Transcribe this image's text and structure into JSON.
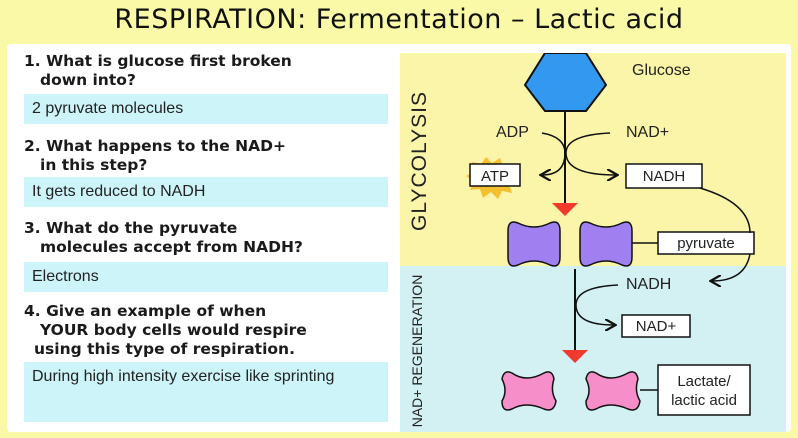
{
  "title": "RESPIRATION: Fermentation – Lactic acid",
  "qa": [
    {
      "question_lines": [
        "1. What is glucose first broken",
        "down into?"
      ],
      "answer": "2 pyruvate molecules"
    },
    {
      "question_lines": [
        "2. What happens to the NAD+",
        "in this step?"
      ],
      "answer": "It gets reduced to NADH"
    },
    {
      "question_lines": [
        "3. What do the pyruvate",
        "molecules accept from NADH?"
      ],
      "answer": "Electrons"
    },
    {
      "question_lines": [
        "4. Give an example of when",
        "YOUR body cells would respire",
        "using this type of respiration."
      ],
      "answer": "During high intensity exercise like sprinting"
    }
  ],
  "diagram": {
    "glycolysis_label": "GLYCOLYSIS",
    "regeneration_label": "NAD+ REGENERATION",
    "glucose": "Glucose",
    "adp": "ADP",
    "nad_plus_in": "NAD+",
    "atp": "ATP",
    "nadh_out": "NADH",
    "pyruvate": "pyruvate",
    "nadh_in": "NADH",
    "nad_plus_out": "NAD+",
    "lactate_line1": "Lactate/",
    "lactate_line2": "lactic acid",
    "colors": {
      "glycolysis_bg": "#faf5a8",
      "regeneration_bg": "#d3f0f2",
      "glucose": "#3399f0",
      "pyruvate": "#a07ff0",
      "lactate": "#f58ec9",
      "arrow_head": "#f03a2e",
      "atp_burst": "#f5c030"
    }
  }
}
